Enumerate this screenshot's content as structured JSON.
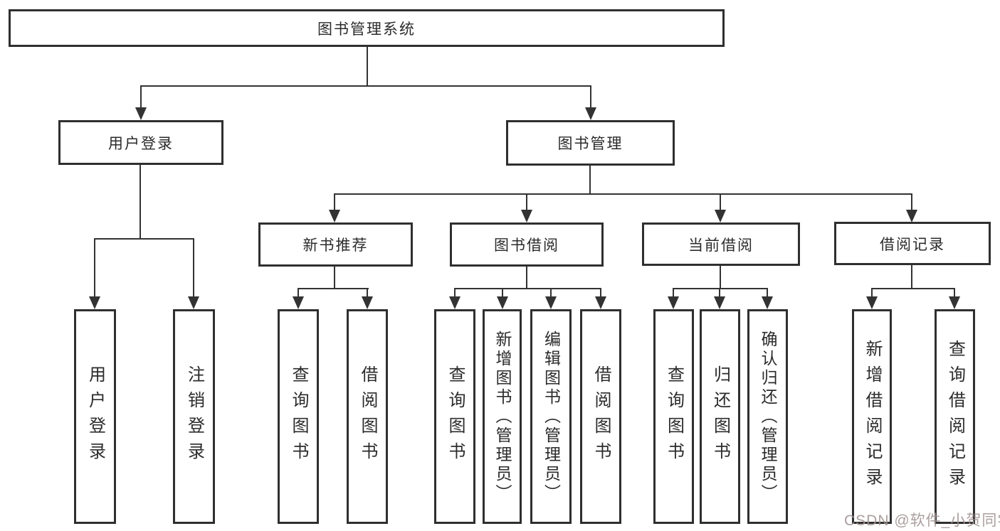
{
  "tree": {
    "root": "图书管理系统",
    "branches": [
      {
        "label": "用户登录",
        "children": [
          "用户登录",
          "注销登录"
        ]
      },
      {
        "label": "图书管理",
        "groups": [
          {
            "label": "新书推荐",
            "children": [
              "查询图书",
              "借阅图书"
            ]
          },
          {
            "label": "图书借阅",
            "children": [
              "查询图书",
              "新增图书（管理员）",
              "编辑图书（管理员）",
              "借阅图书"
            ]
          },
          {
            "label": "当前借阅",
            "children": [
              "查询图书",
              "归还图书",
              "确认归还（管理员）"
            ]
          },
          {
            "label": "借阅记录",
            "children": [
              "新增借阅记录",
              "查询借阅记录"
            ]
          }
        ]
      }
    ]
  },
  "watermark": {
    "text": "CSDN @软件_小贺同学",
    "color": "#a39494"
  },
  "colors": {
    "background": "#ffffff",
    "box_border": "#2f2f2f",
    "line": "#333333",
    "text": "#2b2b2b"
  }
}
